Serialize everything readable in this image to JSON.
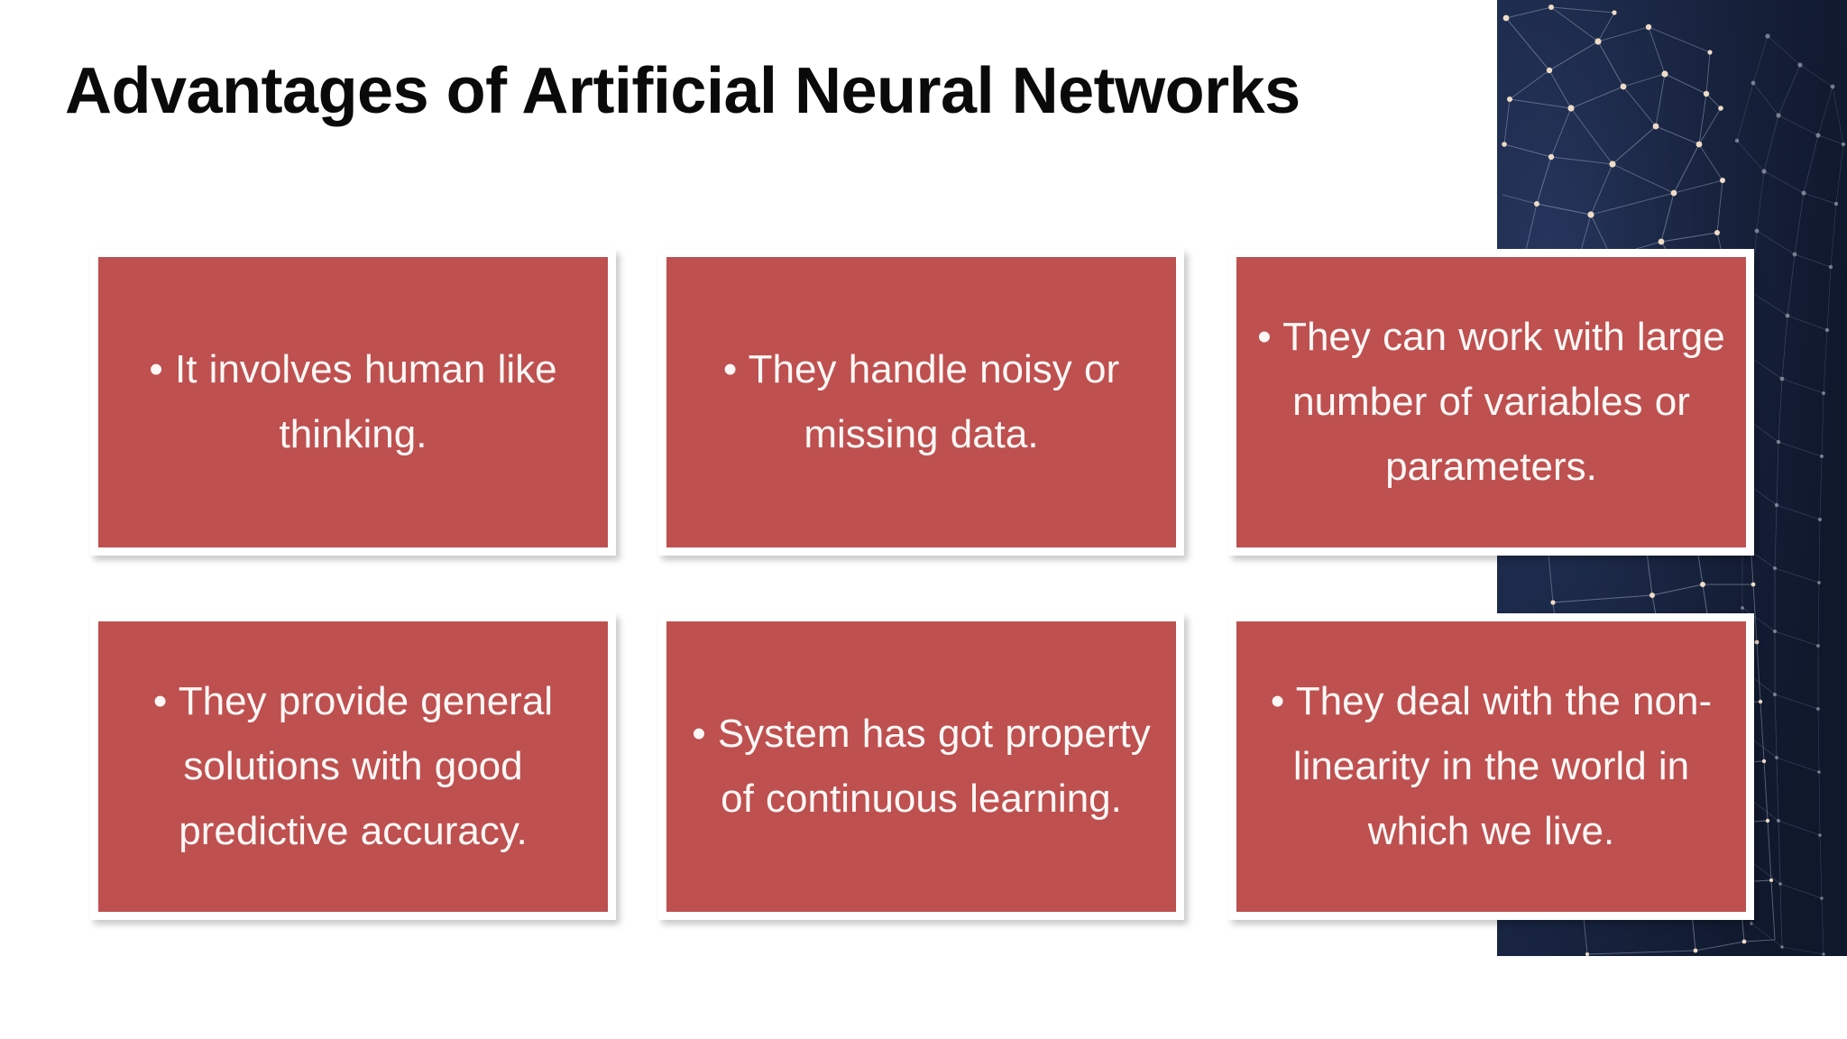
{
  "slide": {
    "title": "Advantages of Artificial Neural Networks",
    "background_color": "#FFFFFF",
    "accent_color": "#BE5050",
    "text_color": "#FDF8F6",
    "title_color": "#0A0A0A",
    "decoration": {
      "name": "neural-network-mesh-image",
      "background_color": "#14203C",
      "node_color": "#E8D3BE",
      "line_color": "#8A93AB"
    }
  },
  "cards": [
    {
      "bullet": "•",
      "text": "It involves human like thinking.",
      "full": "• It involves human like thinking."
    },
    {
      "bullet": "•",
      "text": "They handle noisy or missing data.",
      "full": "• They handle noisy or missing data."
    },
    {
      "bullet": "•",
      "text": "They can work with large number of variables or parameters.",
      "full": "• They can work with large number of variables or parameters."
    },
    {
      "bullet": "•",
      "text": "They provide general solutions with good predictive accuracy.",
      "full": "• They provide general solutions with good predictive accuracy."
    },
    {
      "bullet": "•",
      "text": "System has got property of continuous learning.",
      "full": "• System has got property of continuous learning."
    },
    {
      "bullet": "•",
      "text": "They deal with the non-linearity in the world in which we live.",
      "full": "• They deal with the non-linearity in the world in which we live."
    }
  ]
}
